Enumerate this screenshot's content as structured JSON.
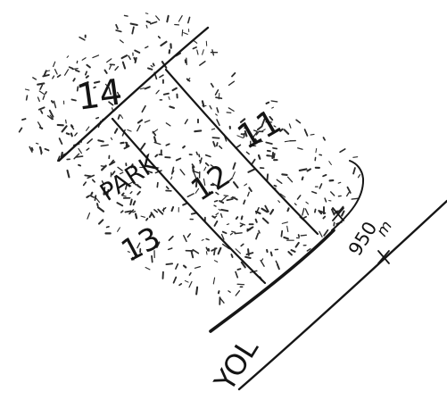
{
  "parcels": [
    {
      "id": "parcel-14",
      "label": "14"
    },
    {
      "id": "parcel-11",
      "label": "11"
    },
    {
      "id": "parcel-park",
      "label": "PARK"
    },
    {
      "id": "parcel-12",
      "label": "12"
    },
    {
      "id": "parcel-13",
      "label": "13"
    }
  ],
  "frontage": {
    "label": "950",
    "unit": "m"
  },
  "road": {
    "label": "YOL"
  },
  "colors": {
    "ink": "#161616",
    "paper": "#ffffff"
  }
}
